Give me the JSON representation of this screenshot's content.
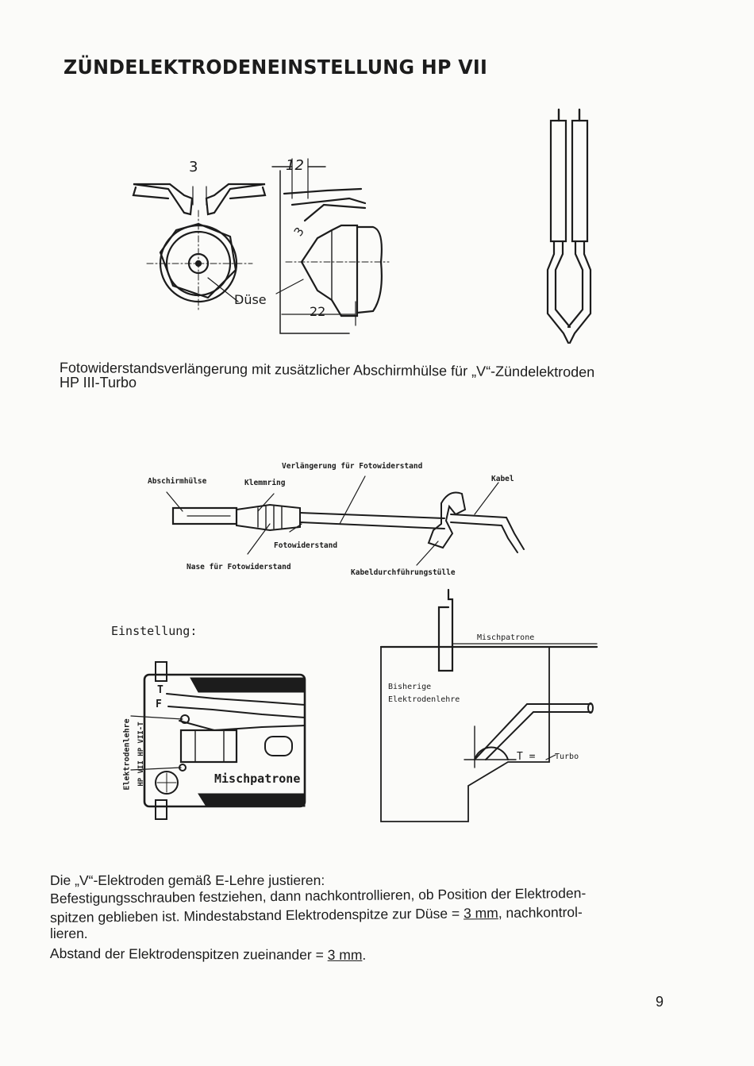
{
  "page": {
    "title": "ZÜNDELEKTRODENEINSTELLUNG HP VII",
    "page_number": "9"
  },
  "figure1": {
    "dim_3": "3",
    "dim_12": "12",
    "dim_3_diag": "3",
    "label_duese": "Düse",
    "dim_22": "22"
  },
  "caption1": {
    "line1": "Fotowiderstandsverlängerung mit zusätzlicher Abschirmhülse für „V“-Zündelektroden",
    "line2": "HP III-Turbo"
  },
  "figure2": {
    "verlaengerung": "Verlängerung für Fotowiderstand",
    "abschirmhuelse": "Abschirmhülse",
    "klemmring": "Klemmring",
    "kabel": "Kabel",
    "fotowiderstand": "Fotowiderstand",
    "nase": "Nase für Fotowiderstand",
    "kabeldurchfuehrung": "Kabeldurchführungstülle"
  },
  "figure3": {
    "einstellung": "Einstellung:",
    "elektrodenlehre": "Elektrodenlehre",
    "lehre_types": "HP VII   HP VII-T",
    "mischpatrone_gauge": "Mischpatrone",
    "mark_T": "T",
    "mark_F": "F"
  },
  "figure4": {
    "mischpatrone": "Mischpatrone",
    "bisherige": "Bisherige",
    "elektrodenlehre": "Elektrodenlehre",
    "t_mark": "T =",
    "turbo": "Turbo"
  },
  "body": {
    "line1": "Die „V“-Elektroden gemäß E-Lehre justieren:",
    "line2": "Befestigungsschrauben festziehen, dann nachkontrollieren, ob Position der Elektroden-",
    "line3_a": "spitzen geblieben ist. Mindestabstand Elektrodenspitze zur Düse =",
    "line3_value": "3 mm",
    "line3_b": ", nachkontrol-",
    "line4": "lieren.",
    "line5_a": "Abstand der Elektrodenspitzen zueinander =",
    "line5_value": "3 mm",
    "line5_b": "."
  }
}
